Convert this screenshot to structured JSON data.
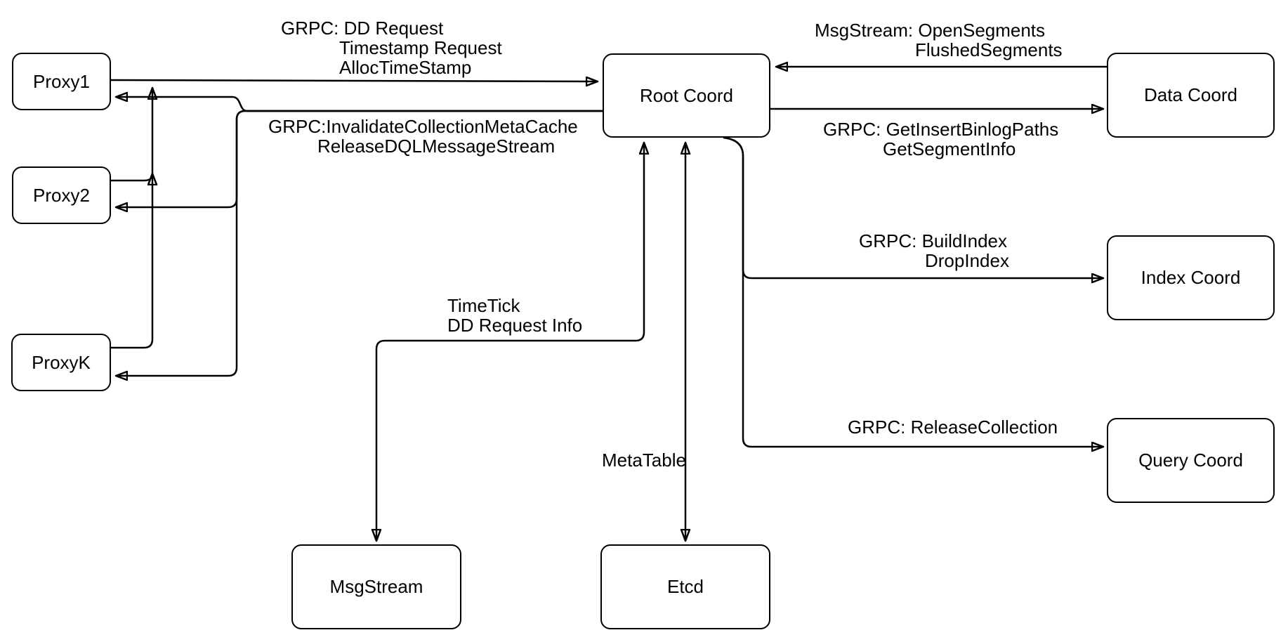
{
  "diagram": {
    "title": "Root Coord service interaction diagram",
    "colors": {
      "stroke": "#000000",
      "node_fill": "#ffffff",
      "background": "#ffffff",
      "text": "#000000"
    },
    "nodes": {
      "proxy1": {
        "label": "Proxy1"
      },
      "proxy2": {
        "label": "Proxy2"
      },
      "proxyk": {
        "label": "ProxyK"
      },
      "root_coord": {
        "label": "Root Coord"
      },
      "data_coord": {
        "label": "Data Coord"
      },
      "index_coord": {
        "label": "Index Coord"
      },
      "query_coord": {
        "label": "Query Coord"
      },
      "msgstream": {
        "label": "MsgStream"
      },
      "etcd": {
        "label": "Etcd"
      }
    },
    "edge_labels": {
      "proxy_to_root": {
        "lines": [
          "GRPC: DD Request",
          "Timestamp Request",
          "AllocTimeStamp"
        ]
      },
      "root_to_proxy": {
        "lines": [
          "GRPC:InvalidateCollectionMetaCache",
          "ReleaseDQLMessageStream"
        ]
      },
      "data_to_root": {
        "lines": [
          "MsgStream: OpenSegments",
          "FlushedSegments"
        ]
      },
      "root_to_data": {
        "lines": [
          "GRPC: GetInsertBinlogPaths",
          "GetSegmentInfo"
        ]
      },
      "root_to_index": {
        "lines": [
          "GRPC: BuildIndex",
          "DropIndex"
        ]
      },
      "root_to_query": {
        "lines": [
          "GRPC: ReleaseCollection"
        ]
      },
      "root_to_msgstream": {
        "lines": [
          "TimeTick",
          "DD Request Info"
        ]
      },
      "root_to_etcd": {
        "lines": [
          "MetaTable"
        ]
      }
    }
  }
}
